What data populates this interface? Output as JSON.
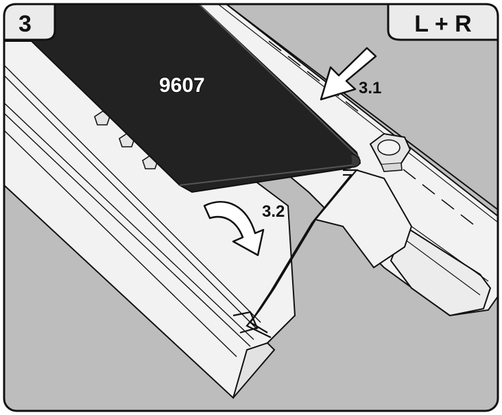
{
  "step": {
    "number": "3",
    "side": "L + R"
  },
  "part": {
    "code": "9607"
  },
  "callouts": [
    {
      "id": "3.1",
      "label": "3.1",
      "icon": "arrow-press-icon"
    },
    {
      "id": "3.2",
      "label": "3.2",
      "icon": "arrow-rotate-icon"
    }
  ],
  "colors": {
    "background": "#bdbdbd",
    "rail": "#f2f2f2",
    "strip": "#222222",
    "outline": "#111111",
    "badge": "#ebebeb"
  }
}
